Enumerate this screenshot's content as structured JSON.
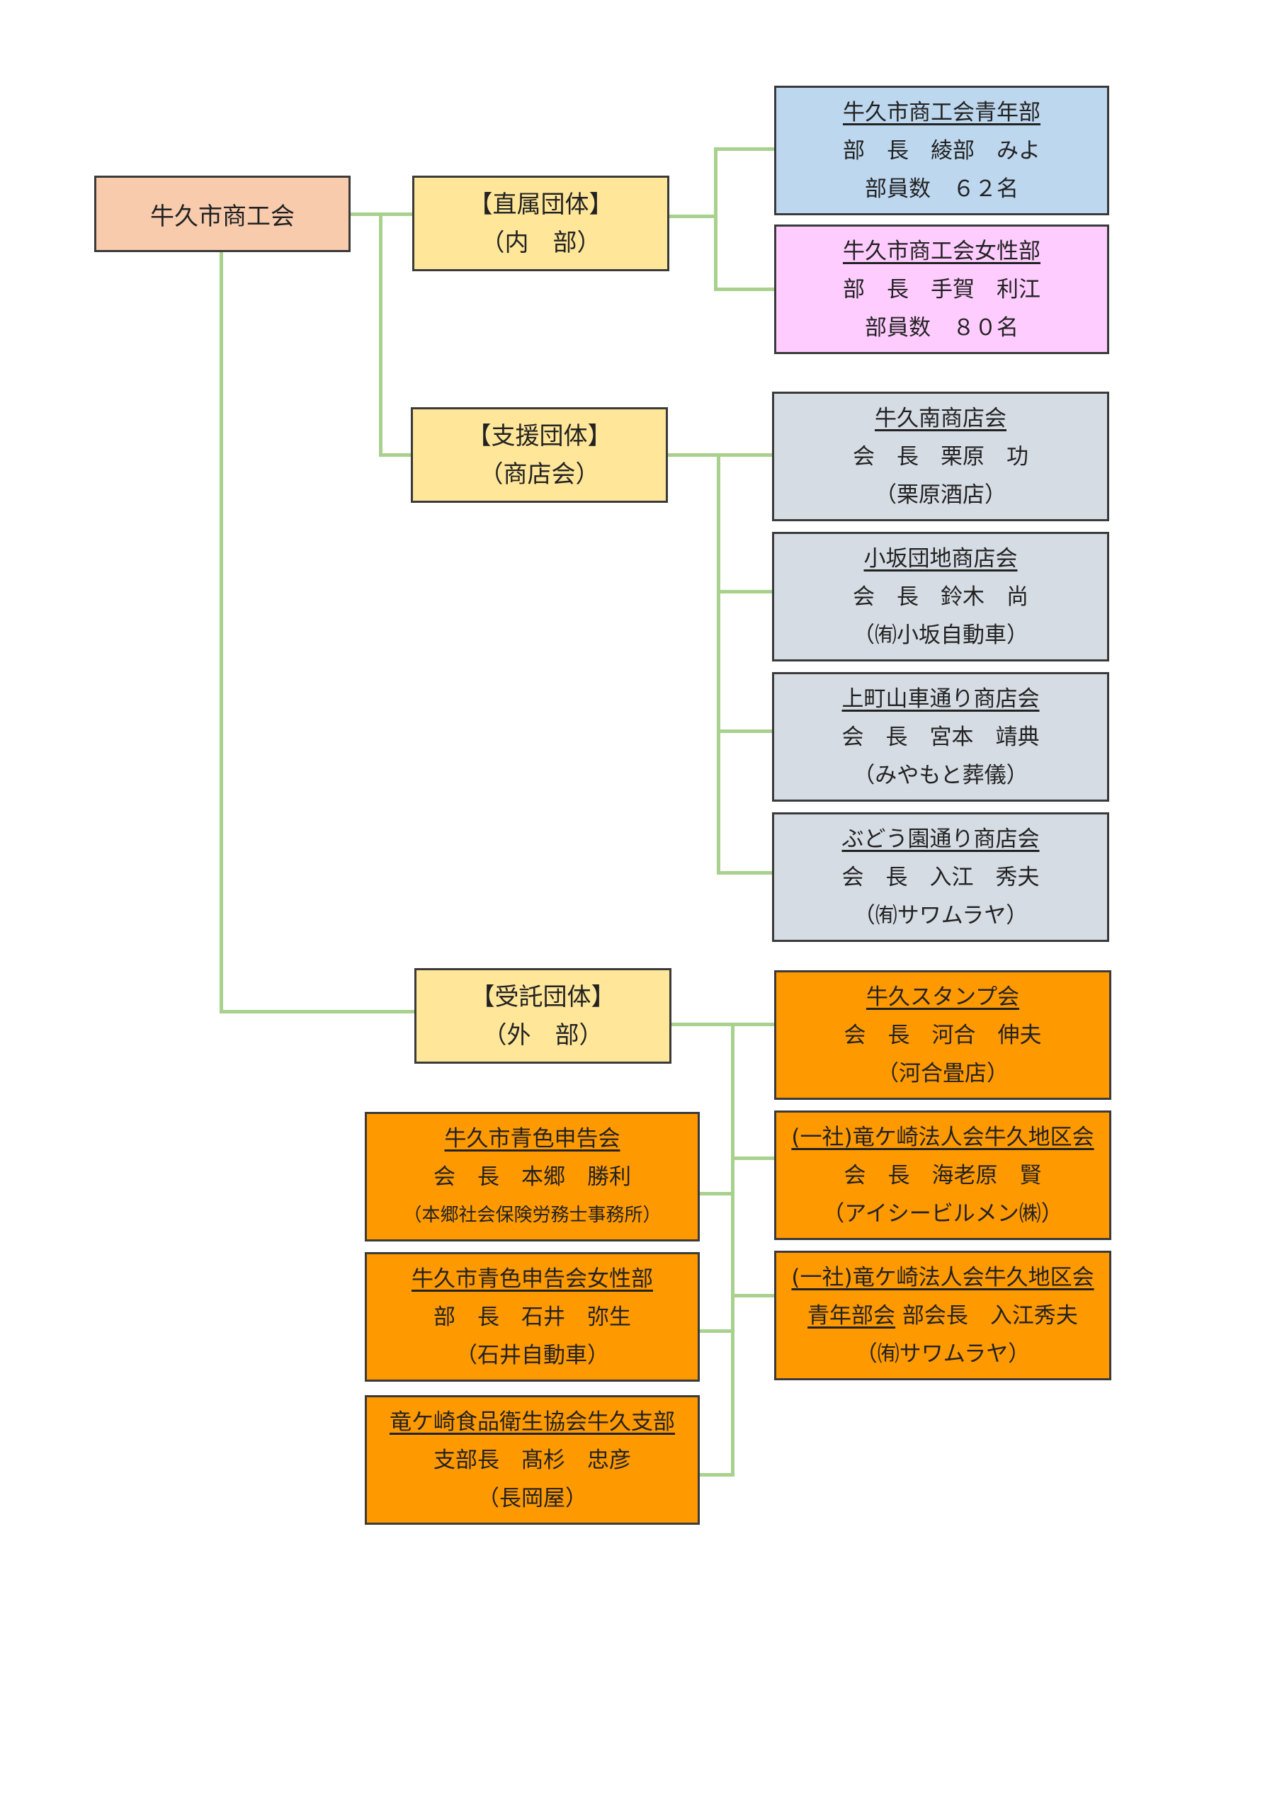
{
  "colors": {
    "connector": "#a9d18e",
    "root_fill": "#f8cbad",
    "category_fill": "#ffe699",
    "youth_fill": "#bdd7ee",
    "women_fill": "#ffccff",
    "shop_fill": "#d6dce4",
    "commission_fill": "#ff9900",
    "border": "#3a3a3a"
  },
  "root": {
    "label": "牛久市商工会"
  },
  "categories": {
    "direct": {
      "line1": "【直属団体】",
      "line2": "（内　部）"
    },
    "support": {
      "line1": "【支援団体】",
      "line2": "（商店会）"
    },
    "commission": {
      "line1": "【受託団体】",
      "line2": "（外　部）"
    }
  },
  "direct_groups": [
    {
      "title": "牛久市商工会青年部",
      "line2": "部　長　綾部　みよ",
      "line3": "部員数　６２名"
    },
    {
      "title": "牛久市商工会女性部",
      "line2": "部　長　手賀　利江",
      "line3": "部員数　８０名"
    }
  ],
  "shop_groups": [
    {
      "title": "牛久南商店会",
      "line2": "会　長　栗原　功",
      "line3": "（栗原酒店）"
    },
    {
      "title": "小坂団地商店会",
      "line2": "会　長　鈴木　尚",
      "line3": "（㈲小坂自動車）"
    },
    {
      "title": "上町山車通り商店会",
      "line2": "会　長　宮本　靖典",
      "line3": "（みやもと葬儀）"
    },
    {
      "title": "ぶどう園通り商店会",
      "line2": "会　長　入江　秀夫",
      "line3": "（㈲サワムラヤ）"
    }
  ],
  "commission_right": [
    {
      "title": "牛久スタンプ会",
      "line2": "会　長　河合　伸夫",
      "line3": "（河合畳店）"
    },
    {
      "title": "(一社)竜ケ崎法人会牛久地区会",
      "line2": "会　長　海老原　賢",
      "line3": "（アイシービルメン㈱）"
    },
    {
      "title": "(一社)竜ケ崎法人会牛久地区会",
      "line2_u": "青年部会",
      "line2_rest": " 部会長　入江秀夫",
      "line3": "（㈲サワムラヤ）"
    }
  ],
  "commission_left": [
    {
      "title": "牛久市青色申告会",
      "line2": "会　長　本郷　勝利",
      "line3": "（本郷社会保険労務士事務所）"
    },
    {
      "title": "牛久市青色申告会女性部",
      "line2": "部　長　石井　弥生",
      "line3": "（石井自動車）"
    },
    {
      "title": "竜ケ崎食品衛生協会牛久支部",
      "line2": "支部長　髙杉　忠彦",
      "line3": "（長岡屋）"
    }
  ]
}
